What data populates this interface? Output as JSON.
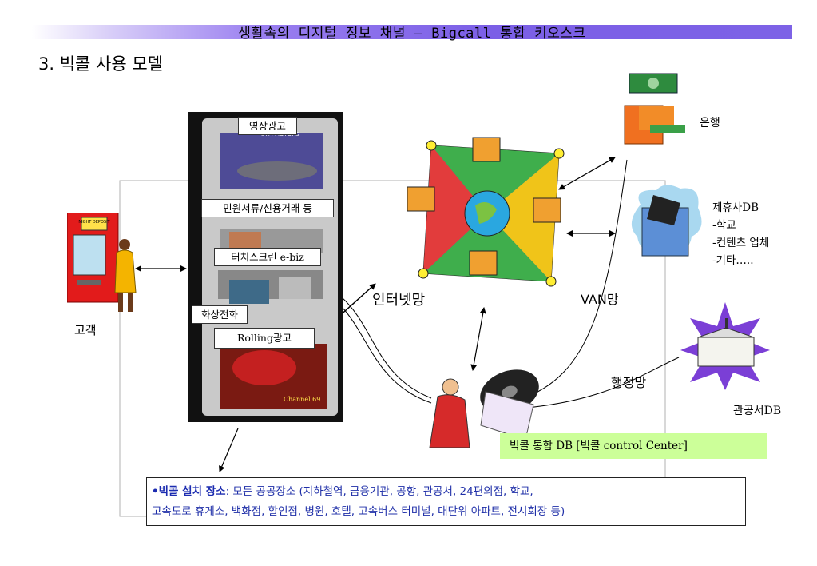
{
  "header": {
    "title": "생활속의 디지털 정보 채널 – Bigcall 통합 키오스크"
  },
  "section_title": "3. 빅콜 사용 모델",
  "kiosk": {
    "labels": {
      "video_ad": "영상광고",
      "civil_docs": "민원서류/신용거래 등",
      "touch_screen": "터치스크린 e-biz",
      "video_phone": "화상전화",
      "rolling_ad": "Rolling광고"
    },
    "top_screen_brand": "SYM MOTORS",
    "bottom_screen_brand": "Channel 69"
  },
  "customer": {
    "label": "고객",
    "atm_sign": "NIGHT DEPOSIT"
  },
  "network": {
    "internet": "인터넷망",
    "van": "VAN망",
    "government": "행정망"
  },
  "bank": {
    "label": "은행"
  },
  "partner_db": {
    "lines": [
      "제휴사DB",
      "-학교",
      "-컨텐츠 업체",
      "-기타….."
    ]
  },
  "government_db": {
    "label": "관공서DB"
  },
  "control_center": {
    "label": "빅콜 통합 DB [빅콜 control Center]"
  },
  "install": {
    "heading": "•빅콜 설치 장소",
    "line1": ": 모든 공공장소 (지하철역, 금융기관, 공항, 관공서, 24편의점, 학교,",
    "line2": "고속도로 휴게소, 백화점, 할인점, 병원, 호텔, 고속버스 터미널, 대단위 아파트, 전시회장 등)"
  },
  "colors": {
    "header_bar": "#7b5fe6",
    "control_center_bg": "#ccff99",
    "install_text": "#1f2fa8",
    "kiosk_body": "#111111",
    "network_hub_bg": "#3b6fd6"
  }
}
